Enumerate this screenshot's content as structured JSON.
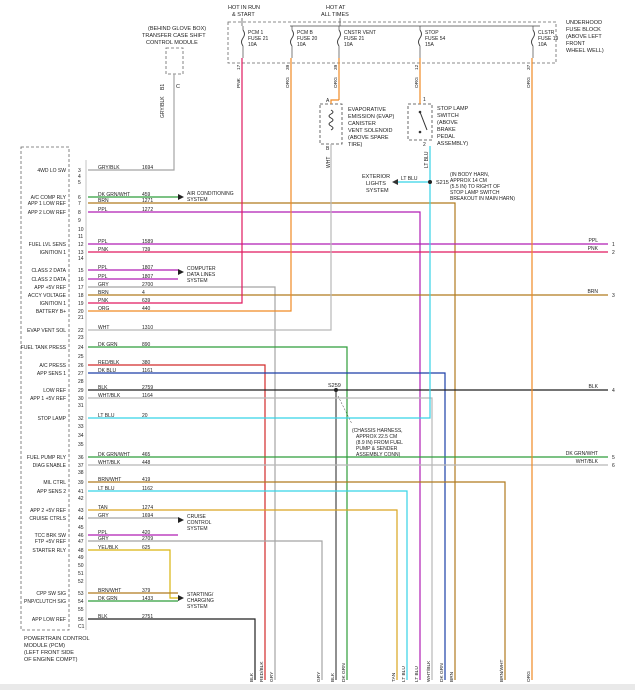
{
  "header": {
    "hot_run_start": [
      "HOT IN RUN",
      "& START"
    ],
    "hot_all_times": [
      "HOT AT",
      "ALL TIMES"
    ],
    "fuse_block": [
      "UNDERHOOD",
      "FUSE BLOCK",
      "(ABOVE LEFT",
      "FRONT",
      "WHEEL WELL)"
    ],
    "tccm": [
      "(BEHIND GLOVE BOX)",
      "TRANSFER CASE SHIFT",
      "CONTROL MODULE"
    ]
  },
  "fuses": [
    {
      "lines": [
        "PCM 1",
        "FUSE 21",
        "10A"
      ]
    },
    {
      "lines": [
        "PCM B",
        "FUSE 20",
        "10A"
      ]
    },
    {
      "lines": [
        "CNSTR VENT",
        "FUSE 21",
        "10A"
      ]
    },
    {
      "lines": [
        "STOP",
        "FUSE 54",
        "15A"
      ]
    },
    {
      "lines": [
        "CLSTR",
        "FUSE 19",
        "10A"
      ]
    }
  ],
  "top_wires": [
    {
      "num": "17",
      "color": "PNK"
    },
    {
      "num": "39",
      "color": "ORG"
    },
    {
      "num": "39",
      "color": "ORG"
    },
    {
      "num": "12",
      "color": "ORG"
    },
    {
      "num": "37",
      "color": "ORG"
    }
  ],
  "tccm_wire": {
    "num": "B1",
    "code": "1694",
    "color": "GRY/BLK",
    "pin": "C"
  },
  "components": {
    "evap": [
      "EVAPORATIVE",
      "EMISSION (EVAP)",
      "CANISTER",
      "VENT SOLENOID",
      "(ABOVE SPARE",
      "TIRE)"
    ],
    "evap_pins": [
      "A",
      "B"
    ],
    "evap_wire": "WHT",
    "stop_switch": [
      "STOP LAMP",
      "SWITCH",
      "(ABOVE",
      "BRAKE",
      "PEDAL",
      "ASSEMBLY)"
    ],
    "stop_pins": [
      "1",
      "2"
    ],
    "stop_wire": "LT BLU",
    "exterior": [
      "EXTERIOR",
      "LIGHTS",
      "SYSTEM"
    ],
    "exterior_wire": "LT BLU",
    "splice_s215": "S215",
    "s215_note": [
      "(IN BODY HARN,",
      "APPROX 14 CM",
      "(5.5 IN) TO RIGHT OF",
      "STOP LAMP SWITCH",
      "BREAKOUT IN MAIN HARN)"
    ],
    "splice_s259": "S259",
    "s259_note": [
      "(CHASSIS HARNESS,",
      "APPROX 22.5 CM",
      "(8.9 IN) FROM FUEL",
      "PUMP & SENDER",
      "ASSEMBLY CONN)"
    ]
  },
  "pcm_caption": [
    "POWERTRAIN CONTROL",
    "MODULE (PCM)",
    "(LEFT FRONT SIDE",
    "OF ENGINE COMPT)"
  ],
  "pins": [
    {
      "label": "4WD LO SW",
      "num": "3",
      "color": "GRY/BLK",
      "code": "1694"
    },
    {
      "label": "",
      "num": "4",
      "color": "",
      "code": ""
    },
    {
      "label": "",
      "num": "5",
      "color": "",
      "code": ""
    },
    {
      "label": "A/C COMP RLY",
      "num": "6",
      "color": "DK GRN/WHT",
      "code": "459"
    },
    {
      "label": "APP 1 LOW REF",
      "num": "7",
      "color": "BRN",
      "code": "1271"
    },
    {
      "label": "APP 2 LOW REF",
      "num": "8",
      "color": "PPL",
      "code": "1272"
    },
    {
      "label": "",
      "num": "9",
      "color": "",
      "code": ""
    },
    {
      "label": "",
      "num": "10",
      "color": "",
      "code": ""
    },
    {
      "label": "",
      "num": "11",
      "color": "",
      "code": ""
    },
    {
      "label": "FUEL LVL SENS",
      "num": "12",
      "color": "PPL",
      "code": "1589"
    },
    {
      "label": "IGNITION 1",
      "num": "13",
      "color": "PNK",
      "code": "739"
    },
    {
      "label": "",
      "num": "14",
      "color": "",
      "code": ""
    },
    {
      "label": "CLASS 2 DATA",
      "num": "15",
      "color": "PPL",
      "code": "1807"
    },
    {
      "label": "CLASS 2 DATA",
      "num": "16",
      "color": "PPL",
      "code": "1807"
    },
    {
      "label": "APP +5V REF",
      "num": "17",
      "color": "GRY",
      "code": "2700"
    },
    {
      "label": "ACCY VOLTAGE",
      "num": "18",
      "color": "BRN",
      "code": "4"
    },
    {
      "label": "IGNITION 1",
      "num": "19",
      "color": "PNK",
      "code": "639"
    },
    {
      "label": "BATTERY B+",
      "num": "20",
      "color": "ORG",
      "code": "440"
    },
    {
      "label": "",
      "num": "21",
      "color": "",
      "code": ""
    },
    {
      "label": "EVAP VENT SOL",
      "num": "22",
      "color": "WHT",
      "code": "1310"
    },
    {
      "label": "",
      "num": "23",
      "color": "",
      "code": ""
    },
    {
      "label": "FUEL TANK PRESS",
      "num": "24",
      "color": "DK GRN",
      "code": "890"
    },
    {
      "label": "",
      "num": "25",
      "color": "",
      "code": ""
    },
    {
      "label": "A/C PRESS",
      "num": "26",
      "color": "RED/BLK",
      "code": "380"
    },
    {
      "label": "APP SENS 1",
      "num": "27",
      "color": "DK BLU",
      "code": "1161"
    },
    {
      "label": "",
      "num": "28",
      "color": "",
      "code": ""
    },
    {
      "label": "LOW REF",
      "num": "29",
      "color": "BLK",
      "code": "2759"
    },
    {
      "label": "APP 1 +5V REF",
      "num": "30",
      "color": "WHT/BLK",
      "code": "1164"
    },
    {
      "label": "",
      "num": "31",
      "color": "",
      "code": ""
    },
    {
      "label": "STOP LAMP",
      "num": "32",
      "color": "LT BLU",
      "code": "20"
    },
    {
      "label": "",
      "num": "33",
      "color": "",
      "code": ""
    },
    {
      "label": "",
      "num": "34",
      "color": "",
      "code": ""
    },
    {
      "label": "",
      "num": "35",
      "color": "",
      "code": ""
    },
    {
      "label": "FUEL PUMP RLY",
      "num": "36",
      "color": "DK GRN/WHT",
      "code": "465"
    },
    {
      "label": "DIAG ENABLE",
      "num": "37",
      "color": "WHT/BLK",
      "code": "448"
    },
    {
      "label": "",
      "num": "38",
      "color": "",
      "code": ""
    },
    {
      "label": "MIL CTRL",
      "num": "39",
      "color": "BRN/WHT",
      "code": "419"
    },
    {
      "label": "APP SENS 2",
      "num": "41",
      "color": "LT BLU",
      "code": "1162"
    },
    {
      "label": "",
      "num": "42",
      "color": "",
      "code": ""
    },
    {
      "label": "APP 2 +5V REF",
      "num": "43",
      "color": "TAN",
      "code": "1274"
    },
    {
      "label": "CRUISE CTRLS",
      "num": "44",
      "color": "GRY",
      "code": "1694"
    },
    {
      "label": "",
      "num": "45",
      "color": "",
      "code": ""
    },
    {
      "label": "TCC BRK SW",
      "num": "46",
      "color": "PPL",
      "code": "420"
    },
    {
      "label": "FTP +5V REF",
      "num": "47",
      "color": "GRY",
      "code": "2709"
    },
    {
      "label": "STARTER RLY",
      "num": "48",
      "color": "YEL/BLK",
      "code": "625"
    },
    {
      "label": "",
      "num": "49",
      "color": "",
      "code": ""
    },
    {
      "label": "",
      "num": "50",
      "color": "",
      "code": ""
    },
    {
      "label": "",
      "num": "51",
      "color": "",
      "code": ""
    },
    {
      "label": "",
      "num": "52",
      "color": "",
      "code": ""
    },
    {
      "label": "CPP SW SIG",
      "num": "53",
      "color": "BRN/WHT",
      "code": "379"
    },
    {
      "label": "PNP/CLUTCH SIG",
      "num": "54",
      "color": "DK GRN",
      "code": "1433"
    },
    {
      "label": "",
      "num": "55",
      "color": "",
      "code": ""
    },
    {
      "label": "APP LOW REF",
      "num": "56",
      "color": "BLK",
      "code": "2751"
    },
    {
      "label": "",
      "num": "C1",
      "color": "",
      "code": ""
    }
  ],
  "systems": [
    {
      "lines": [
        "AIR CONDITIONING",
        "SYSTEM"
      ]
    },
    {
      "lines": [
        "COMPUTER",
        "DATA LINES",
        "SYSTEM"
      ]
    },
    {
      "lines": [
        "CRUISE",
        "CONTROL",
        "SYSTEM"
      ]
    },
    {
      "lines": [
        "STARTING/",
        "CHARGING",
        "SYSTEM"
      ]
    }
  ],
  "right_exits": [
    {
      "color": "PPL",
      "num": "1"
    },
    {
      "color": "PNK",
      "num": "2"
    },
    {
      "color": "BRN",
      "num": "3"
    },
    {
      "color": "BLK",
      "num": "4"
    },
    {
      "color": "DK GRN/WHT",
      "num": "5"
    },
    {
      "color": "WHT/BLK",
      "num": "6"
    }
  ],
  "bottom_labels": [
    "BLK",
    "RED/BLK",
    "GRY",
    "GRY",
    "BLK",
    "DK GRN",
    "TAN",
    "LT BLU",
    "LT BLU",
    "WHT/BLK",
    "DK GRN",
    "BRN",
    "BRN/WHT",
    "ORG"
  ],
  "colors": {
    "PNK": "#e0195f",
    "ORG": "#f08a24",
    "PPL": "#b11fb4",
    "BRN": "#b07a1e",
    "GRY": "#a5a5a5",
    "DK_GRN": "#2e9d3a",
    "LT_BLU": "#36d3e6",
    "DK_BLU": "#1c3fa8",
    "BLK": "#222222",
    "WHT": "#b8b8b8",
    "RED": "#d22a2a",
    "TAN": "#d9a520",
    "YEL": "#d9b50f",
    "LINE": "#444444"
  }
}
